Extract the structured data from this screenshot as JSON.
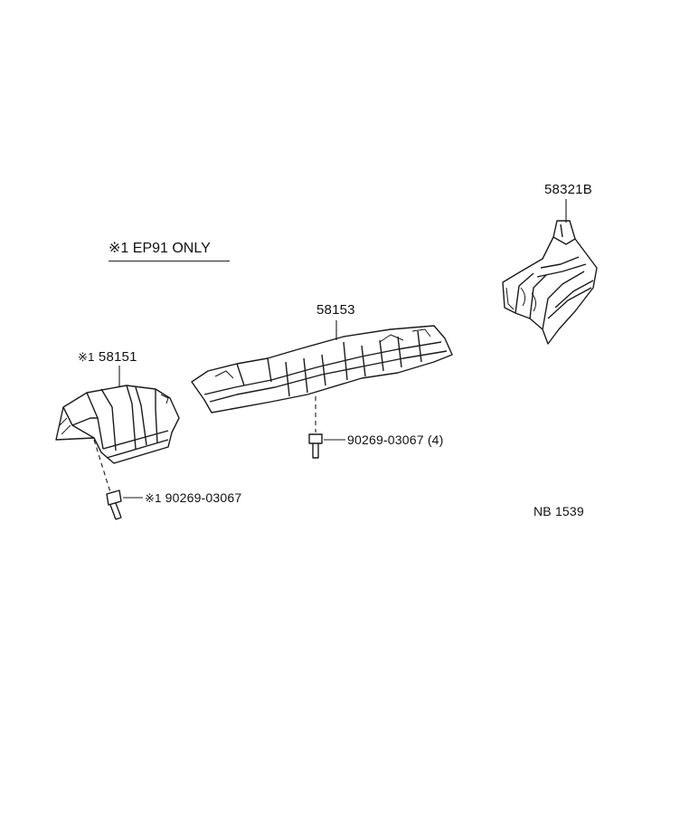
{
  "note": {
    "mark": "※1",
    "text": "EP91 ONLY"
  },
  "labels": {
    "front_shield": {
      "mark": "※1",
      "part": "58151"
    },
    "center_shield": "58153",
    "rear_shield": "58321B",
    "front_bolt": {
      "mark": "※1",
      "part": "90269-03067"
    },
    "center_bolt": "90269-03067 (4)",
    "diagram_code": "NB 1539"
  },
  "colors": {
    "line": "#1a1a1a",
    "hatch": "#555555",
    "background": "#ffffff"
  }
}
